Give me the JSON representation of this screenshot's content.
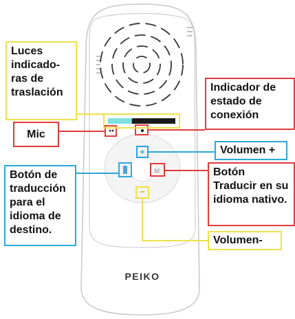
{
  "device": {
    "brand": "PEIKO",
    "button_m_text": "M"
  },
  "labels": {
    "translation_lights": "Luces indicado- ras de traslación",
    "connection_indicator": "Indicador de estado de conexión",
    "mic": "Mic",
    "volume_up": "Volumen +",
    "target_language_button": "Botón de traducción para el idioma de destino.",
    "native_language_button": "Botón Traducir en su idioma nativo.",
    "volume_down": "Volumen-"
  },
  "colors": {
    "yellow": "#f0e04a",
    "red": "#e03a3a",
    "blue": "#2aa6dc",
    "device_outline": "#c8c8c8",
    "progress_cyan": "#7fe0e0",
    "progress_dark": "#1a1a1a"
  },
  "icons": {
    "mic": "mic-icon",
    "volume_up": "plus-icon",
    "volume_down": "minus-icon",
    "target_button": "mic-bars-icon",
    "native_button": "m-letter-icon"
  }
}
